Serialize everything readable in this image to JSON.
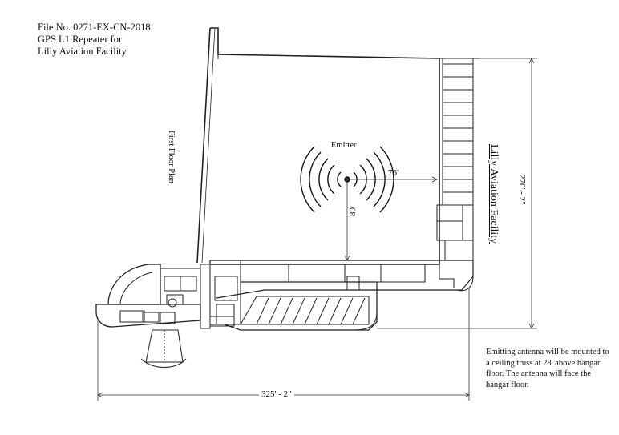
{
  "header": {
    "file_no": "File No. 0271-EX-CN-2018",
    "line2": "GPS L1 Repeater for",
    "line3": "Lilly Aviation Facility"
  },
  "labels": {
    "first_floor_plan": "First Floor Plan",
    "facility_name": "Lilly Aviation Facility",
    "emitter": "Emitter"
  },
  "dimensions": {
    "horizontal_to_wall": "76'",
    "vertical_to_wall": "80'",
    "overall_height": "270' - 2\"",
    "overall_width": "325' - 2\""
  },
  "note": "Emitting antenna will be mounted to a ceiling truss at 28' above hangar floor. The antenna will face the hangar floor."
}
